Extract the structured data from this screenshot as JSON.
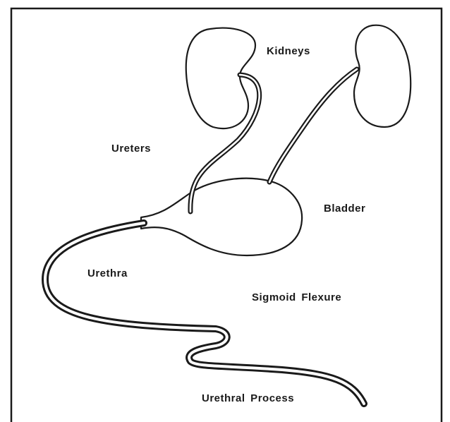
{
  "labels": {
    "kidneys": "Kidneys",
    "ureters": "Ureters",
    "bladder": "Bladder",
    "urethra": "Urethra",
    "sigmoid_flexure": "Sigmoid Flexure",
    "urethral_process": "Urethral Process"
  }
}
